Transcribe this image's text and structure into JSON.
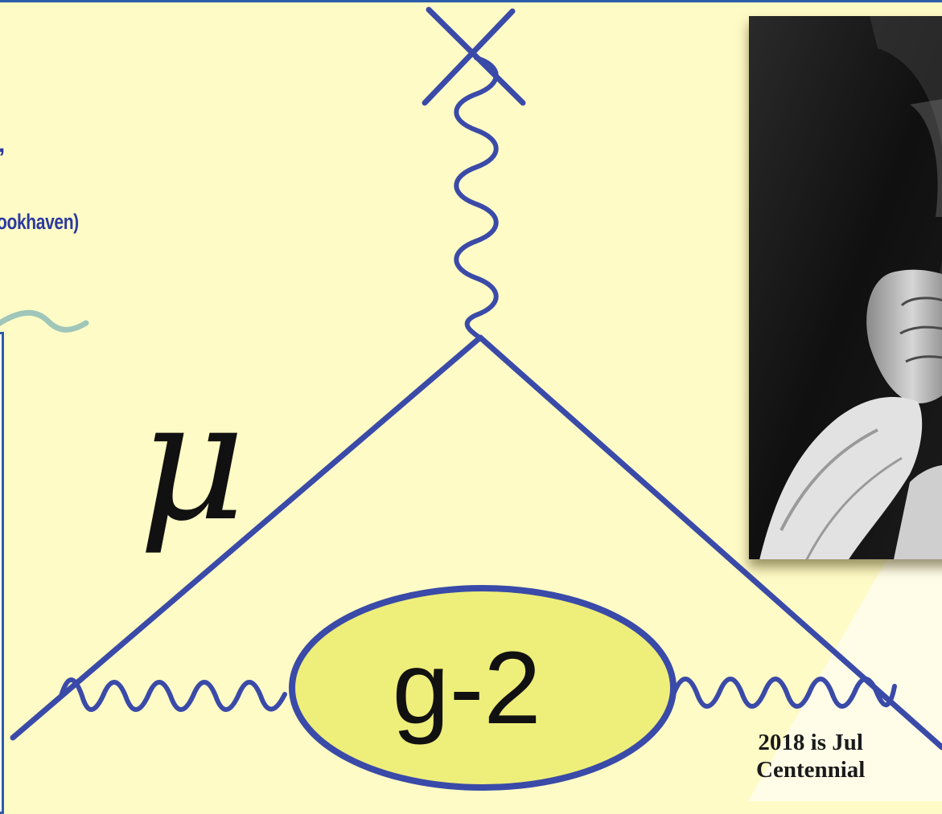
{
  "header": {
    "subtitle": "ookhaven)",
    "separator": ","
  },
  "diagram": {
    "particle_symbol": "μ",
    "loop_label": "g-2"
  },
  "photo": {
    "description_icon": "portrait-photo"
  },
  "caption": {
    "line1": "2018 is Jul",
    "line2": "Centennial"
  },
  "colors": {
    "background": "#fffbc6",
    "line": "#3a4aa8",
    "loop_fill": "#eeee7a",
    "wave_decoration": "#9fc6b9",
    "accent": "#2c3a9e"
  }
}
